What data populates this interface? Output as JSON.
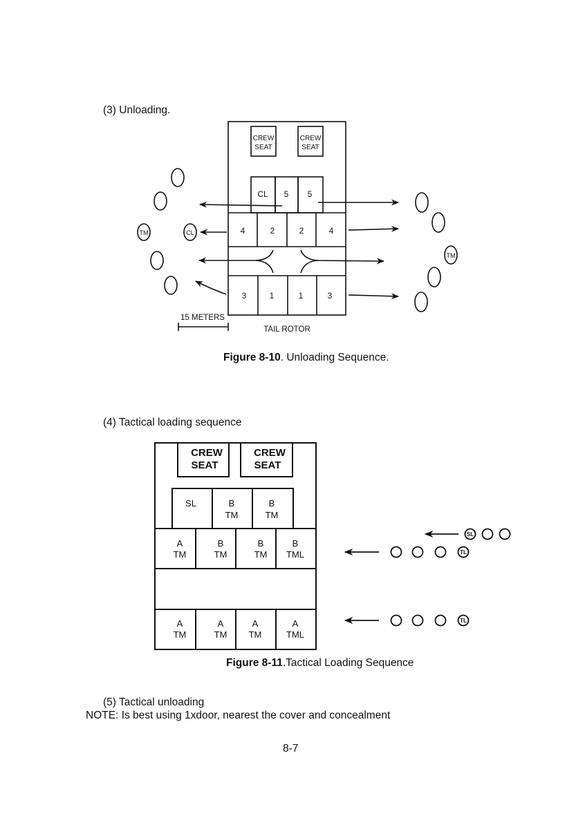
{
  "page": {
    "page_number": "8-7"
  },
  "sections": {
    "unloading_heading": "(3) Unloading.",
    "tactical_loading_heading": "(4) Tactical loading sequence",
    "tactical_unloading_heading": "(5) Tactical unloading",
    "note": "NOTE:  Is best using 1xdoor, nearest the cover and concealment"
  },
  "figure_8_10": {
    "caption_label": "Figure 8-10",
    "caption_text": ". Unloading Sequence.",
    "crew_seats": [
      {
        "line1": "CREW",
        "line2": "SEAT"
      },
      {
        "line1": "CREW",
        "line2": "SEAT"
      }
    ],
    "front_row": [
      "CL",
      "5",
      "5"
    ],
    "middle_row": [
      "4",
      "2",
      "2",
      "4"
    ],
    "rear_row": [
      "3",
      "1",
      "1",
      "3"
    ],
    "scale_label": "15 METERS",
    "tail_label": "TAIL ROTOR",
    "left_positions": [
      "",
      "",
      "TM",
      "CL",
      "",
      ""
    ],
    "right_positions": [
      "",
      "",
      "TM",
      "",
      ""
    ]
  },
  "figure_8_11": {
    "caption_label": "Figure 8-11",
    "caption_text": ".Tactical Loading Sequence",
    "crew_seats": [
      {
        "line1": "CREW",
        "line2": "SEAT"
      },
      {
        "line1": "CREW",
        "line2": "SEAT"
      }
    ],
    "front_row": [
      {
        "line1": "SL",
        "line2": ""
      },
      {
        "line1": "B",
        "line2": "TM"
      },
      {
        "line1": "B",
        "line2": "TM"
      }
    ],
    "middle_row": [
      {
        "line1": "A",
        "line2": "TM"
      },
      {
        "line1": "B",
        "line2": "TM"
      },
      {
        "line1": "B",
        "line2": "TM"
      },
      {
        "line1": "B",
        "line2": "TML"
      }
    ],
    "rear_row": [
      {
        "line1": "A",
        "line2": "TM"
      },
      {
        "line1": "A",
        "line2": "TM"
      },
      {
        "line1": "A",
        "line2": "TM"
      },
      {
        "line1": "A",
        "line2": "TML"
      }
    ],
    "squad_leader_group": [
      "SL",
      "",
      ""
    ],
    "team_b_group": [
      "",
      "",
      "",
      "TL"
    ],
    "team_a_group": [
      "",
      "",
      "",
      "TL"
    ]
  }
}
